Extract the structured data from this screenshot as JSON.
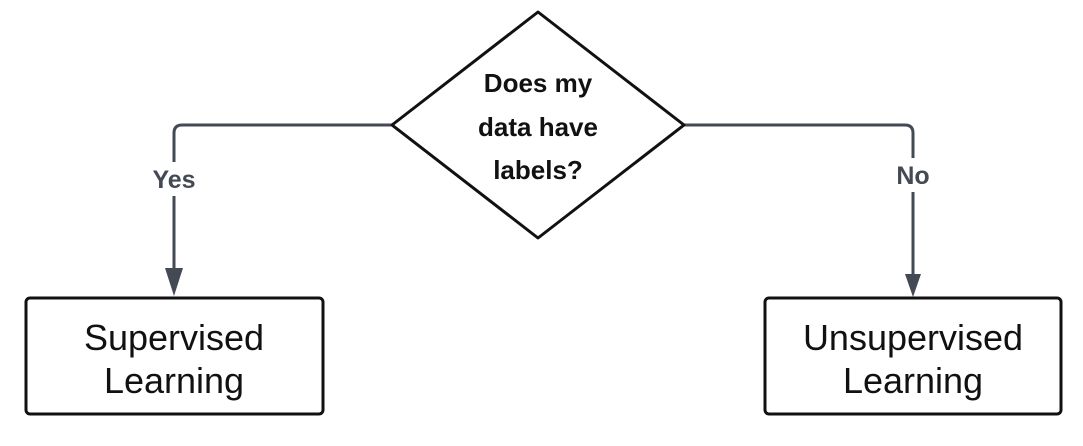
{
  "decision": {
    "lines": [
      "Does my",
      "data have",
      "labels?"
    ]
  },
  "branches": {
    "yes_label": "Yes",
    "no_label": "No"
  },
  "outcomes": {
    "supervised": [
      "Supervised",
      "Learning"
    ],
    "unsupervised": [
      "Unsupervised",
      "Learning"
    ]
  },
  "colors": {
    "connector": "#434a54",
    "outline": "#111111",
    "background": "#ffffff"
  }
}
